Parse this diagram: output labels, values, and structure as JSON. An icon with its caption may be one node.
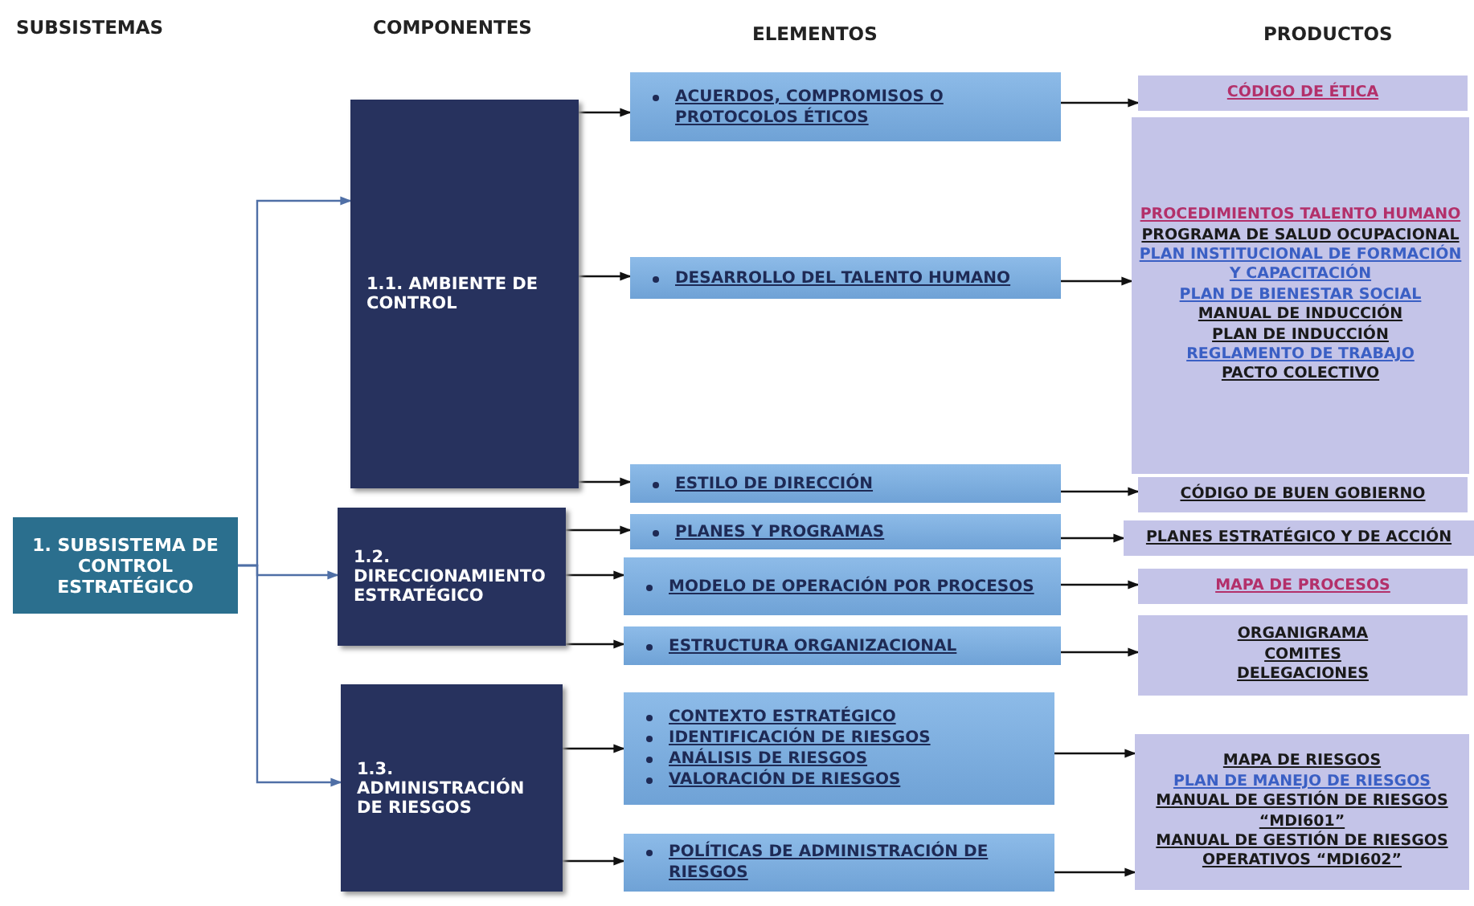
{
  "diagram": {
    "nodes": [
      {
        "text": [
          "1. SUBSISTEMA DE CONTROL ESTRATÉGICO"
        ]
      },
      {
        "text": [
          "1.1. AMBIENTE DE CONTROL"
        ]
      },
      {
        "text": [
          "1.2. DIRECCIONAMIENTO ESTRATÉGICO"
        ]
      },
      {
        "text": [
          "1.3. ADMINISTRACIÓN DE RIESGOS"
        ]
      },
      {
        "text": [
          "ACUERDOS, COMPROMISOS O PROTOCOLOS ÉTICOS"
        ]
      },
      {
        "text": [
          "DESARROLLO DEL TALENTO HUMANO"
        ]
      },
      {
        "text": [
          "ESTILO DE DIRECCIÓN"
        ]
      },
      {
        "text": [
          "PLANES Y PROGRAMAS"
        ]
      },
      {
        "text": [
          "MODELO DE OPERACIÓN POR PROCESOS"
        ]
      },
      {
        "text": [
          "ESTRUCTURA ORGANIZACIONAL"
        ]
      },
      {
        "text": [
          "CONTEXTO ESTRATÉGICO",
          "IDENTIFICACIÓN DE RIESGOS",
          "ANÁLISIS DE RIESGOS",
          "VALORACIÓN DE RIESGOS"
        ]
      },
      {
        "text": [
          "POLÍTICAS DE ADMINISTRACIÓN DE RIESGOS"
        ]
      },
      {
        "text": [
          "CÓDIGO DE ÉTICA"
        ]
      },
      {
        "text": [
          "PROCEDIMIENTOS TALENTO HUMANO",
          "PROGRAMA DE SALUD OCUPACIONAL",
          "PLAN INSTITUCIONAL DE FORMACIÓN Y CAPACITACIÓN",
          "PLAN DE BIENESTAR SOCIAL",
          "MANUAL DE INDUCCIÓN",
          "PLAN DE INDUCCIÓN",
          "REGLAMENTO DE TRABAJO",
          "PACTO COLECTIVO"
        ]
      },
      {
        "text": [
          "CÓDIGO DE BUEN GOBIERNO"
        ]
      },
      {
        "text": [
          "PLANES ESTRATÉGICO Y DE ACCIÓN"
        ]
      },
      {
        "text": [
          "MAPA DE PROCESOS"
        ]
      },
      {
        "text": [
          "ORGANIGRAMA",
          "COMITES",
          "DELEGACIONES"
        ]
      },
      {
        "text": [
          "MAPA DE RIESGOS",
          "PLAN DE MANEJO DE RIESGOS",
          "MANUAL DE GESTIÓN DE RIESGOS “MDI601”",
          "MANUAL DE GESTIÓN DE RIESGOS OPERATIVOS “MDI602”"
        ]
      }
    ],
    "edges": [
      {
        "from": 0,
        "to": 1,
        "arrow": "to",
        "color": "#4f6fa6"
      },
      {
        "from": 0,
        "to": 2,
        "arrow": "to",
        "color": "#4f6fa6"
      },
      {
        "from": 0,
        "to": 3,
        "arrow": "to",
        "color": "#4f6fa6"
      },
      {
        "from": 1,
        "to": 4,
        "arrow": "to"
      },
      {
        "from": 1,
        "to": 5,
        "arrow": "to"
      },
      {
        "from": 1,
        "to": 6,
        "arrow": "to"
      },
      {
        "from": 2,
        "to": 7,
        "arrow": "to"
      },
      {
        "from": 2,
        "to": 8,
        "arrow": "to"
      },
      {
        "from": 2,
        "to": 9,
        "arrow": "to"
      },
      {
        "from": 3,
        "to": 10,
        "arrow": "to"
      },
      {
        "from": 3,
        "to": 11,
        "arrow": "to"
      },
      {
        "from": 4,
        "to": 12,
        "arrow": "to"
      },
      {
        "from": 5,
        "to": 13,
        "arrow": "to"
      },
      {
        "from": 6,
        "to": 14,
        "arrow": "to"
      },
      {
        "from": 7,
        "to": 15,
        "arrow": "to"
      },
      {
        "from": 8,
        "to": 16,
        "arrow": "to"
      },
      {
        "from": 9,
        "to": 17,
        "arrow": "to"
      },
      {
        "from": 10,
        "to": 18,
        "arrow": "to"
      },
      {
        "from": 11,
        "to": 18,
        "arrow": "to"
      }
    ],
    "labels": [
      "SUBSISTEMAS",
      "COMPONENTES",
      "ELEMENTOS",
      "PRODUCTOS"
    ]
  }
}
